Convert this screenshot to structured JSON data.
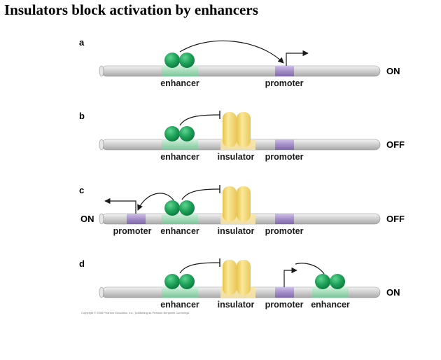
{
  "title": "Insulators block activation by enhancers",
  "copyright": "Copyright © 2008 Pearson Education, Inc., publishing as Pearson Benjamin Cummings",
  "colors": {
    "enhancer_protein": "#1fa35a",
    "enhancer_band": "#a3dbb8",
    "promoter": "#a48fc9",
    "insulator": "#f2d36b",
    "dna": "#d4d4d4",
    "arrow": "#1a1a1a"
  },
  "panels": [
    {
      "label": "a",
      "state_left": "",
      "state_right": "ON",
      "labels": [
        "enhancer",
        "promoter"
      ]
    },
    {
      "label": "b",
      "state_left": "",
      "state_right": "OFF",
      "labels": [
        "enhancer",
        "insulator",
        "promoter"
      ]
    },
    {
      "label": "c",
      "state_left": "ON",
      "state_right": "OFF",
      "labels": [
        "promoter",
        "enhancer",
        "insulator",
        "promoter"
      ]
    },
    {
      "label": "d",
      "state_left": "",
      "state_right": "ON",
      "labels": [
        "enhancer",
        "insulator",
        "promoter",
        "enhancer"
      ]
    }
  ]
}
